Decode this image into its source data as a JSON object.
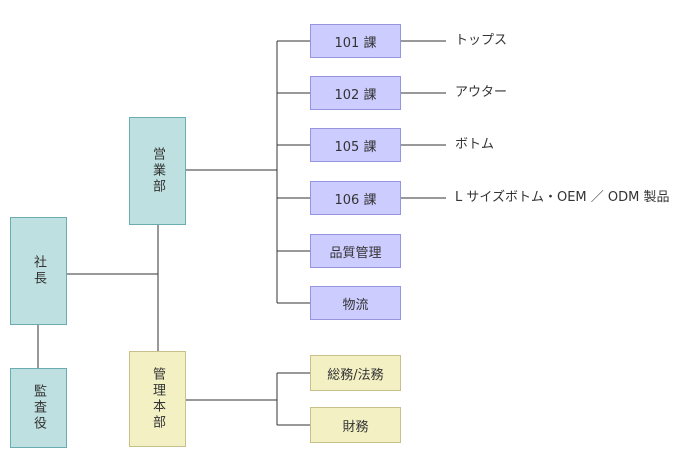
{
  "colors": {
    "executive_fill": "#bfe0e0",
    "section_fill": "#ccccff",
    "admin_fill": "#f3f0c4",
    "line": "#333333"
  },
  "nodes": {
    "president": "社長",
    "auditor": "監査役",
    "sales": "営業部",
    "admin": "管理本部",
    "sales_sections": [
      {
        "name": "101 課",
        "desc": "トップス"
      },
      {
        "name": "102 課",
        "desc": "アウター"
      },
      {
        "name": "105 課",
        "desc": "ボトム"
      },
      {
        "name": "106 課",
        "desc": "L サイズボトム・OEM ／ ODM 製品"
      },
      {
        "name": "品質管理",
        "desc": ""
      },
      {
        "name": "物流",
        "desc": ""
      }
    ],
    "admin_sections": [
      {
        "name": "総務/法務"
      },
      {
        "name": "財務"
      }
    ]
  }
}
